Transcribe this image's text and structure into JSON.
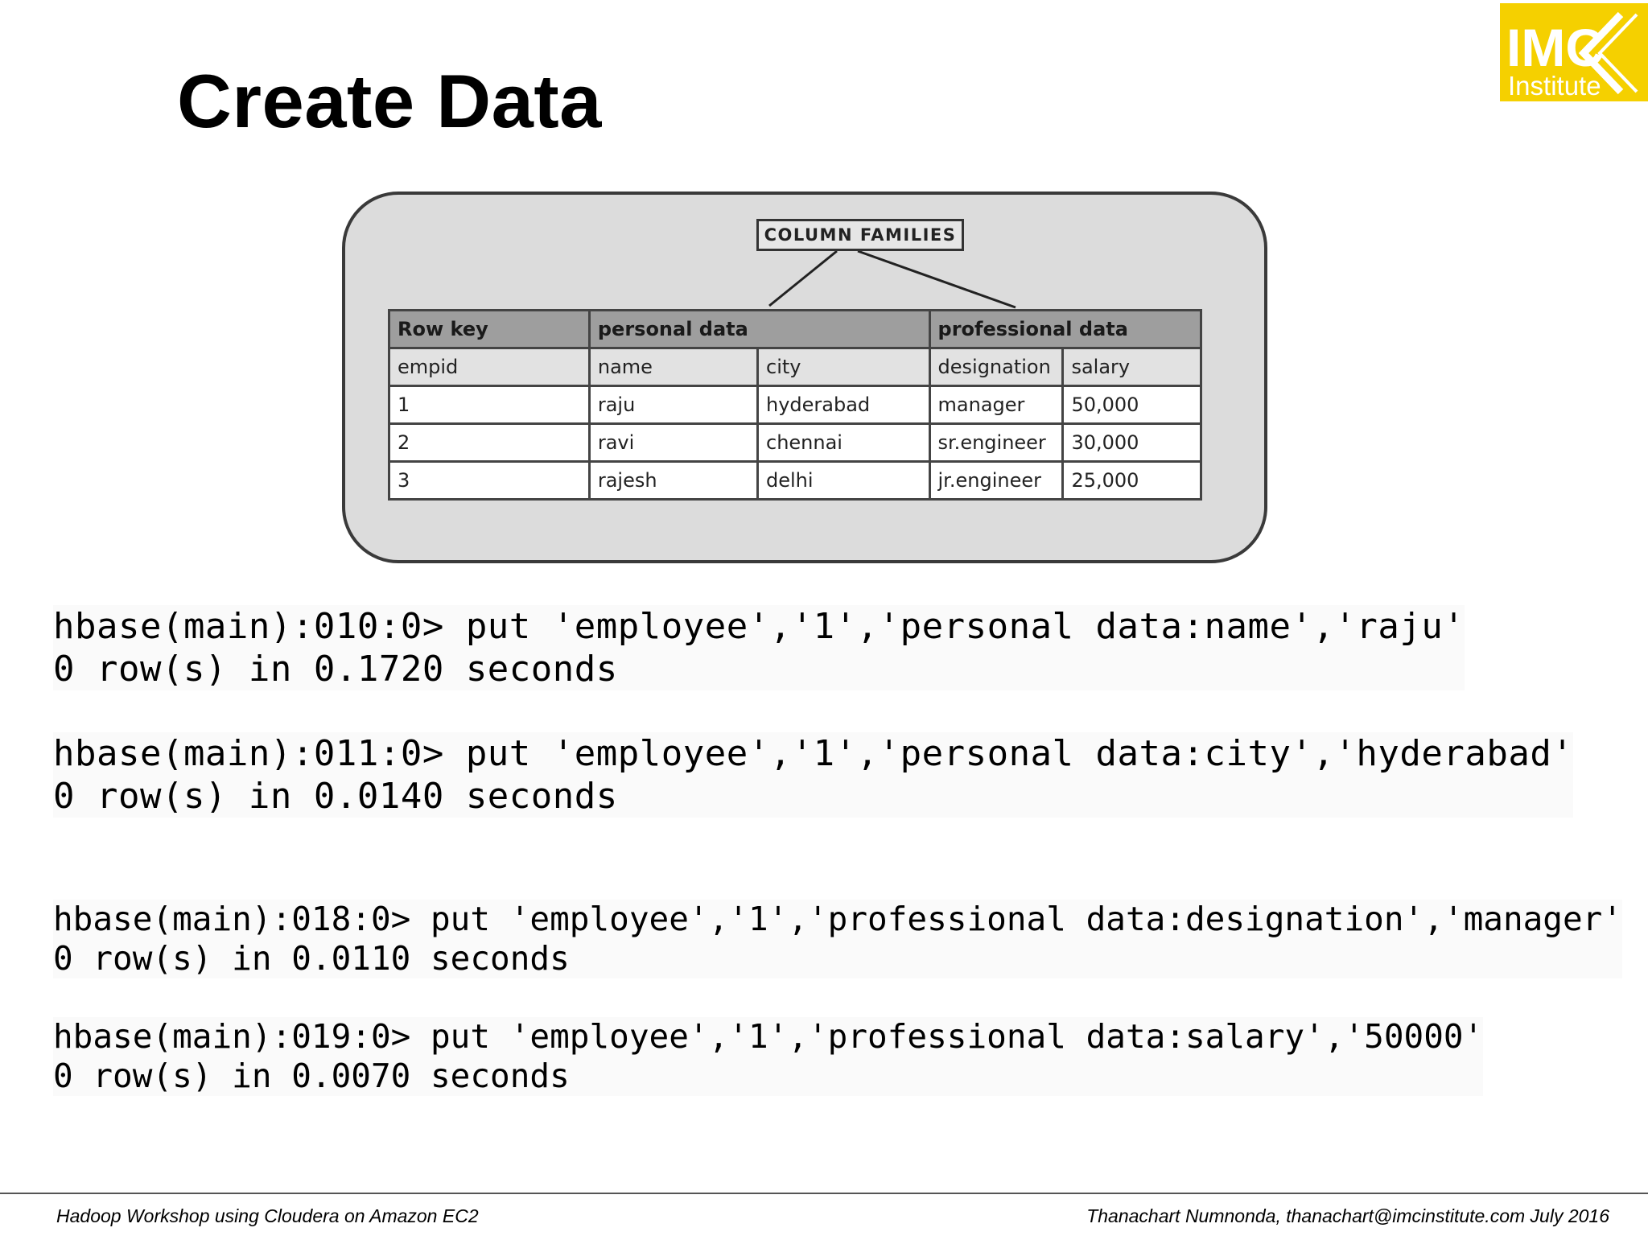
{
  "slide": {
    "title": "Create Data"
  },
  "logo": {
    "line1": "IMC",
    "line2": "Institute",
    "color": "#f5d000"
  },
  "diagram": {
    "column_families_label": "COLUMN FAMILIES",
    "families": [
      "Row key",
      "personal data",
      "professional data"
    ],
    "headers": [
      "empid",
      "name",
      "city",
      "designation",
      "salary"
    ],
    "rows": [
      [
        "1",
        "raju",
        "hyderabad",
        "manager",
        "50,000"
      ],
      [
        "2",
        "ravi",
        "chennai",
        "sr.engineer",
        "30,000"
      ],
      [
        "3",
        "rajesh",
        "delhi",
        "jr.engineer",
        "25,000"
      ]
    ]
  },
  "console": {
    "blocks": [
      {
        "cmd": "hbase(main):010:0> put 'employee','1','personal data:name','raju'",
        "result": "0 row(s) in 0.1720 seconds"
      },
      {
        "cmd": "hbase(main):011:0> put 'employee','1','personal data:city','hyderabad'",
        "result": "0 row(s) in 0.0140 seconds"
      },
      {
        "cmd": "hbase(main):018:0> put 'employee','1','professional data:designation','manager'",
        "result": "0 row(s) in 0.0110 seconds"
      },
      {
        "cmd": "hbase(main):019:0> put 'employee','1','professional data:salary','50000'",
        "result": "0 row(s) in 0.0070 seconds"
      }
    ]
  },
  "footer": {
    "left": "Hadoop Workshop using Cloudera on Amazon EC2",
    "right": "Thanachart Numnonda,  thanachart@imcinstitute.com  July 2016"
  }
}
